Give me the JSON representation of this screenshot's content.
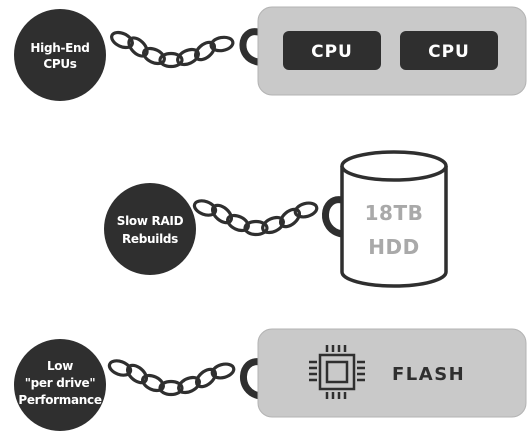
{
  "balls": [
    {
      "lines": [
        "High-End",
        "CPUs"
      ]
    },
    {
      "lines": [
        "Slow RAID",
        "Rebuilds"
      ]
    },
    {
      "lines": [
        "Low",
        "\"per drive\"",
        "Performance"
      ]
    }
  ],
  "cpu_box": {
    "chips": [
      "CPU",
      "CPU"
    ]
  },
  "hdd": {
    "lines": [
      "18TB",
      "HDD"
    ]
  },
  "flash_box": {
    "label": "FLASH",
    "icon": "chip-icon"
  },
  "colors": {
    "dark": "#2f2f2f",
    "box_gray": "#c9c9c9",
    "box_border": "#b3b3b3",
    "hdd_text": "#a9a9a9"
  }
}
